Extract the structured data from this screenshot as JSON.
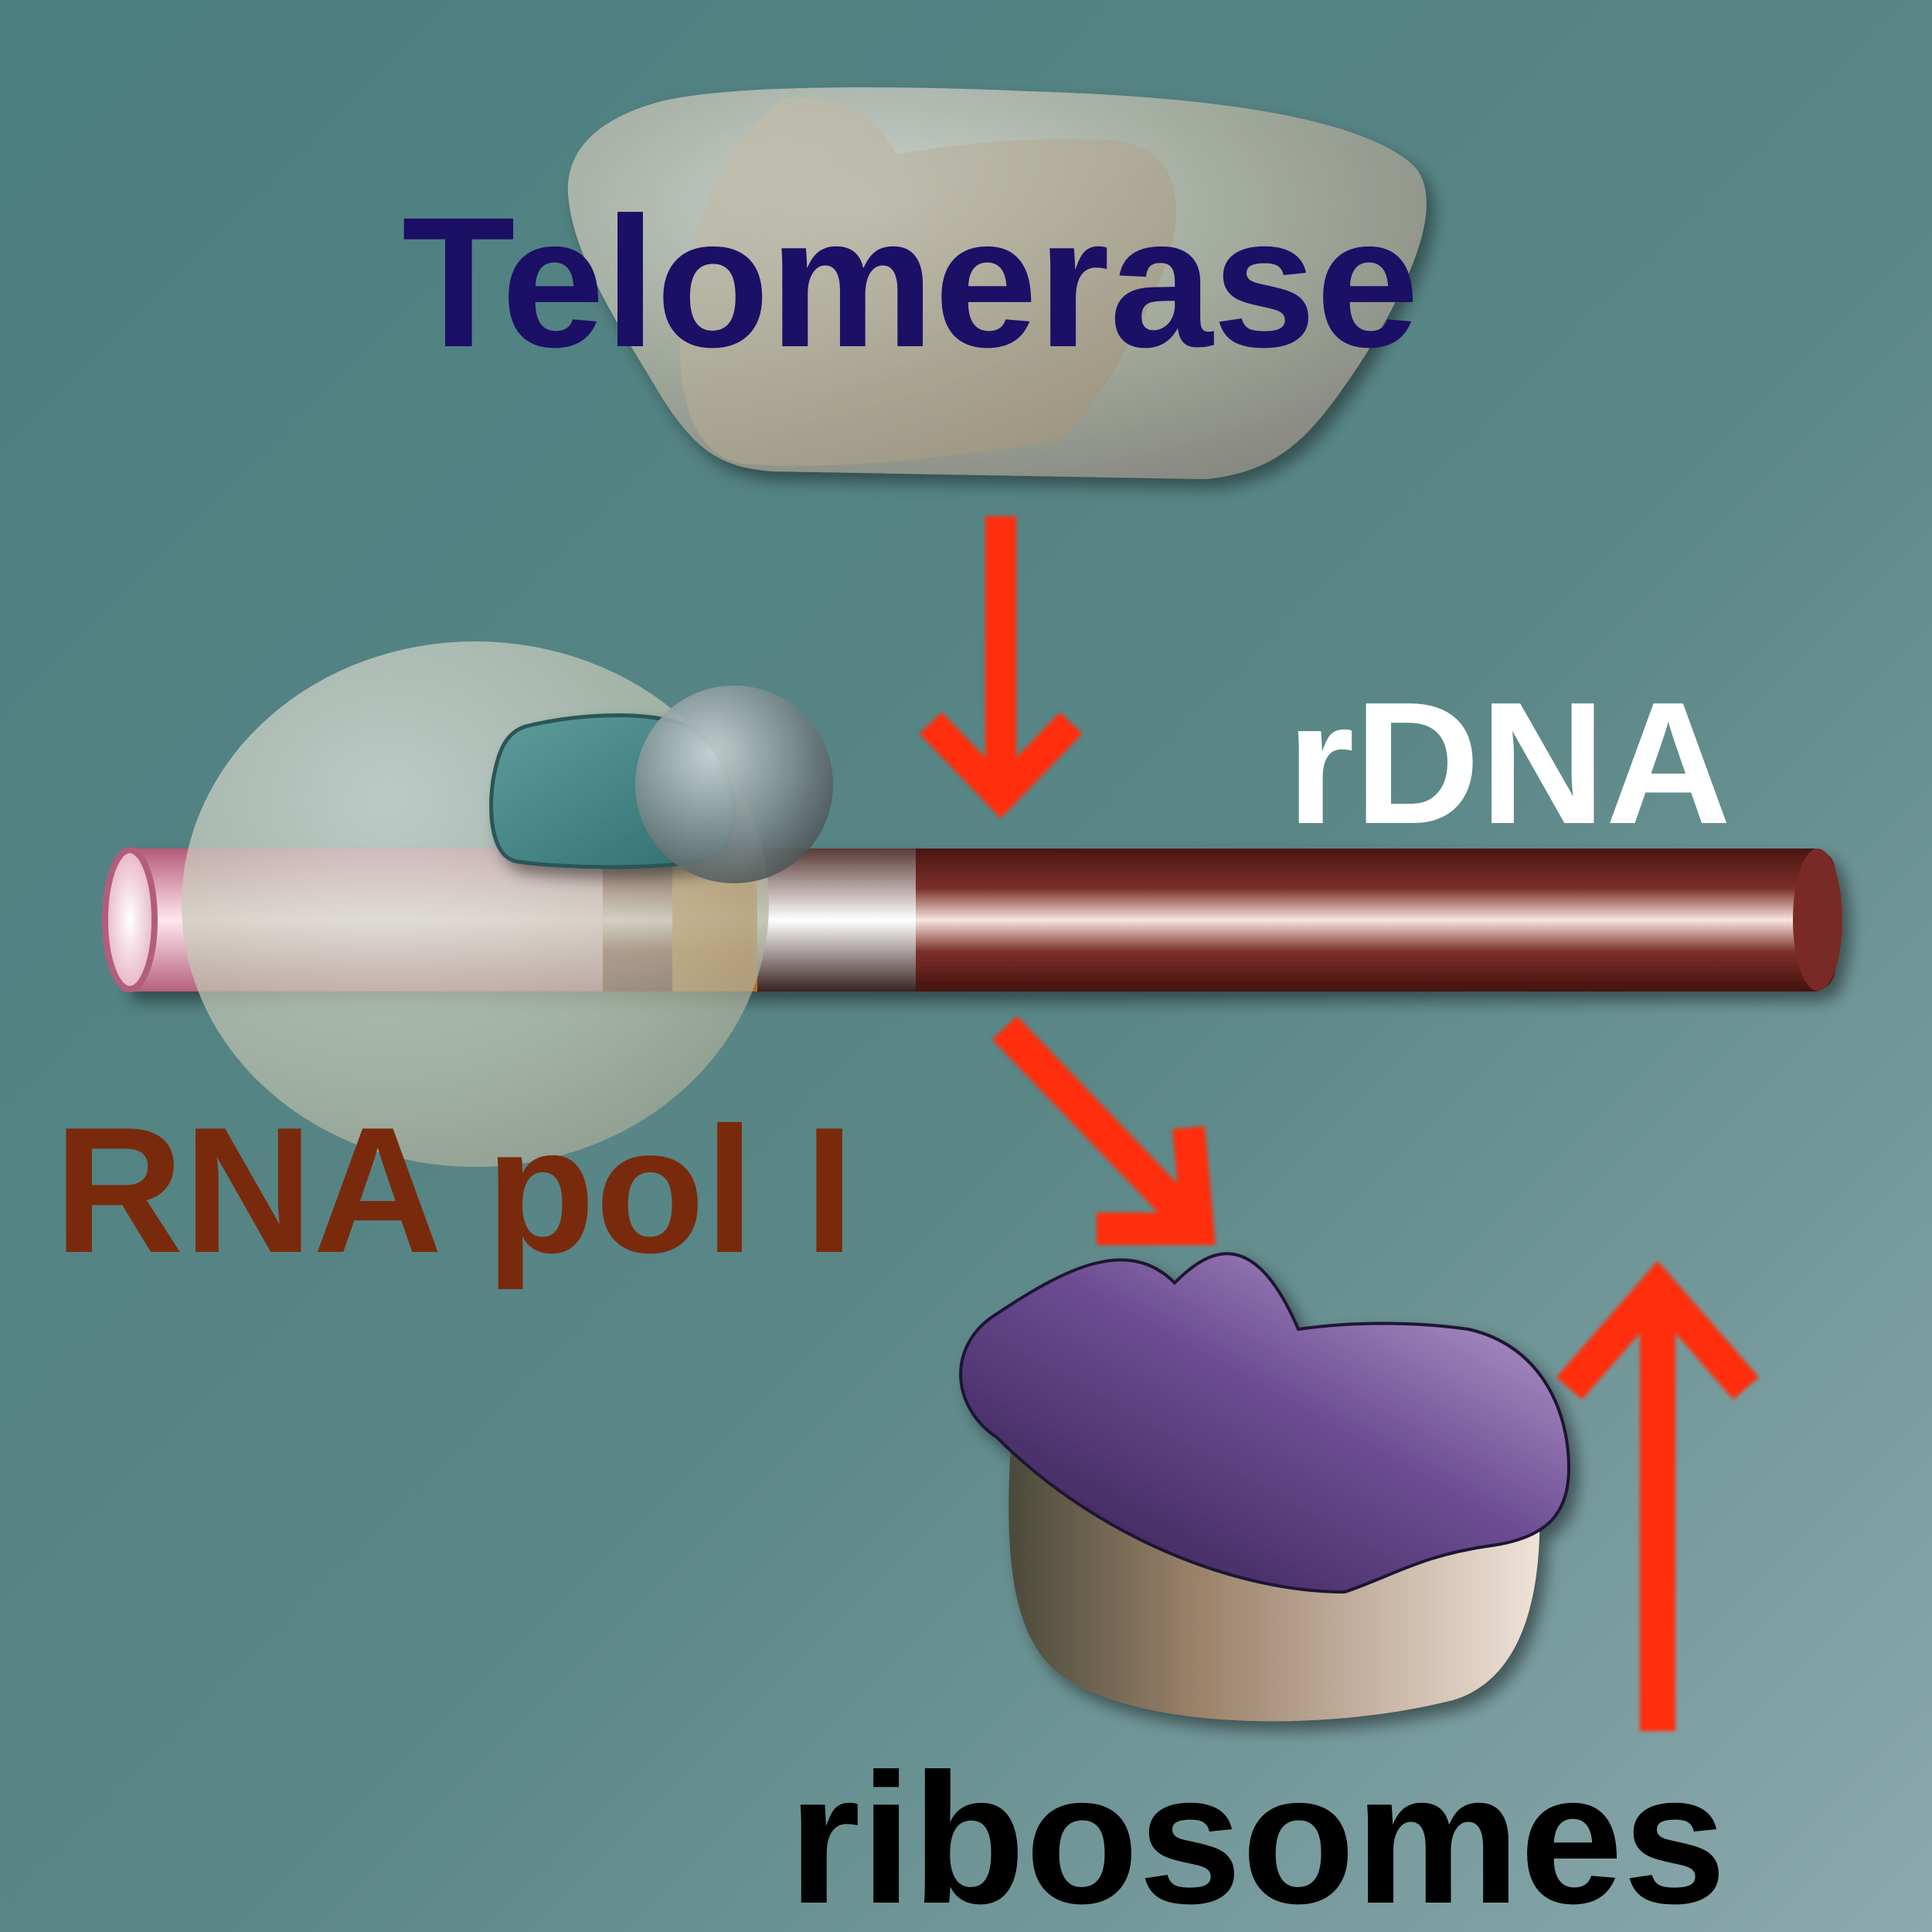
{
  "labels": {
    "telomerase": "Telomerase",
    "rdna": "rDNA",
    "rna_pol": "RNA pol I",
    "ribosomes": "ribosomes"
  },
  "colors": {
    "background_top": "#4f8383",
    "background_bottom": "#8aa8ab",
    "telomerase_text": "#1c0f66",
    "rdna_text": "#ffffff",
    "rna_pol_text": "#7a2a0c",
    "ribosomes_text": "#000000",
    "arrow": "#ff2d10",
    "dna_rod": "#7a2a25",
    "ribosome_large": "#6b4a93",
    "ribosome_small": "#c7ab97"
  }
}
